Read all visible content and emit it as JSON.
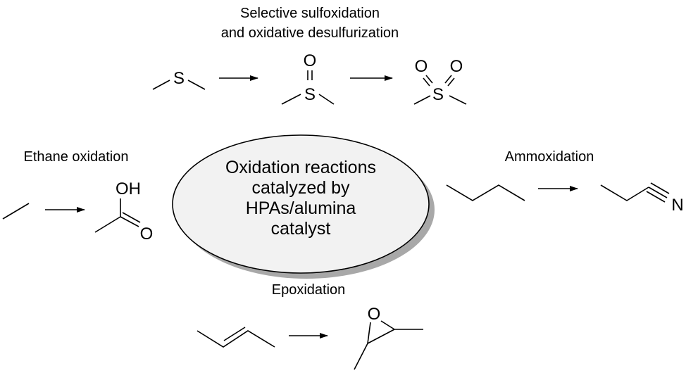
{
  "center": {
    "lines": [
      "Oxidation reactions",
      "catalyzed by",
      "HPAs/alumina",
      "catalyst"
    ]
  },
  "sections": {
    "sulfoxidation": {
      "title_lines": [
        "Selective sulfoxidation",
        "and oxidative desulfurization"
      ],
      "atoms": {
        "s1": "S",
        "o1": "O",
        "s2": "S",
        "o2a": "O",
        "o2b": "O",
        "s3": "S"
      }
    },
    "ethane": {
      "title": "Ethane oxidation",
      "atoms": {
        "oh": "OH",
        "o": "O"
      }
    },
    "ammoxidation": {
      "title": "Ammoxidation",
      "atoms": {
        "n": "N"
      }
    },
    "epoxidation": {
      "title": "Epoxidation",
      "atoms": {
        "o": "O"
      }
    }
  }
}
